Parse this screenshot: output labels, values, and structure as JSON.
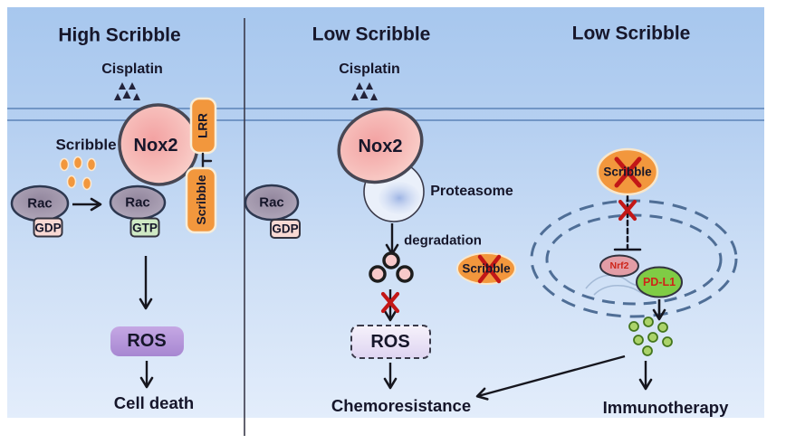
{
  "figure": {
    "description": "Scribble / Nox2 signaling pathway diagram with three panels"
  },
  "left": {
    "title": "High Scribble",
    "cisplatin": "Cisplatin",
    "scribble_label": "Scribble",
    "nox2": "Nox2",
    "lrr_domain": "LRR",
    "scribble_domain": "Scribble",
    "rac_inactive": "Rac",
    "gdp": "GDP",
    "rac_active": "Rac",
    "gtp": "GTP",
    "ros": "ROS",
    "outcome": "Cell death"
  },
  "middle": {
    "title": "Low Scribble",
    "cisplatin": "Cisplatin",
    "nox2": "Nox2",
    "proteasome": "Proteasome",
    "rac": "Rac",
    "gdp": "GDP",
    "degradation": "degradation",
    "scribble_crossed": "Scribble",
    "ros": "ROS",
    "outcome": "Chemoresistance"
  },
  "right": {
    "title": "Low Scribble",
    "scribble_crossed": "Scribble",
    "nrf2": "Nrf2",
    "pdl1": "PD-L1",
    "outcome": "Immunotherapy"
  },
  "colors": {
    "panel_bg_top": "#A7C7EE",
    "panel_bg_bottom": "#E3EDFB",
    "membrane_line": "#5D83B8",
    "divider": "#3A3A4A",
    "nox2_pink": "#F4A6A6",
    "rac_gray": "#A89DB2",
    "gdp_pink": "#F9D9D3",
    "gtp_green": "#CFE9C4",
    "ros_purple": "#AE8BD6",
    "orange_scribble": "#F2973D",
    "red_x": "#C21717",
    "nucleus_dash": "#4F6E96",
    "nrf2_pink": "#E39DA6",
    "pdl1_green": "#7FCC45",
    "secreted_dot_green": "#ABD36A",
    "arrow_black": "#16161E",
    "red_text": "#CE2418"
  },
  "icons": {
    "cisplatin_molecules": "cluster of small dark triangles",
    "scribble_protein_dots": "five small orange ovals",
    "degraded_protein": "three outlined pink circles",
    "proteasome_body": "light blue circle",
    "nucleus": "double dashed ellipse",
    "dna_strands": "thin wavy light-blue curves",
    "secreted_pdl1_dots": "seven small green circles",
    "red_x_mark": "red cross-out X",
    "inhibition_bar": "dashed line ending in T-bar"
  }
}
